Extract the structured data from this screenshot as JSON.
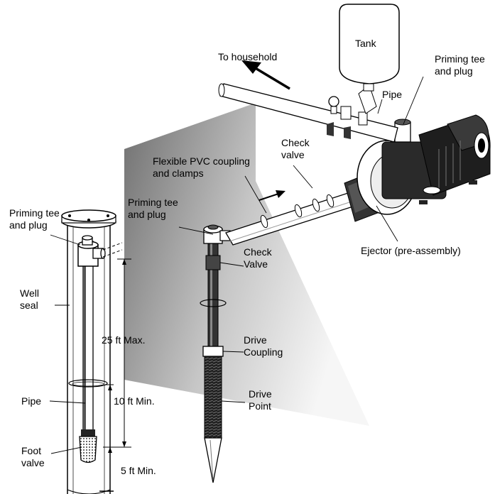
{
  "labels": {
    "tank": "Tank",
    "to_household": "To household",
    "priming_tee_pump_1": "Priming tee",
    "priming_tee_pump_2": "and plug",
    "pipe_top": "Pipe",
    "check_valve_top_1": "Check",
    "check_valve_top_2": "valve",
    "flex_coupling_1": "Flexible PVC coupling",
    "flex_coupling_2": "and clamps",
    "priming_tee_mid_1": "Priming tee",
    "priming_tee_mid_2": "and plug",
    "priming_tee_left_1": "Priming tee",
    "priming_tee_left_2": "and plug",
    "check_valve_mid_1": "Check",
    "check_valve_mid_2": "Valve",
    "ejector": "Ejector (pre-assembly)",
    "well_seal_1": "Well",
    "well_seal_2": "seal",
    "max_25": "25 ft Max.",
    "drive_coupling_1": "Drive",
    "drive_coupling_2": "Coupling",
    "pipe_left": "Pipe",
    "min_10": "10 ft Min.",
    "drive_point_1": "Drive",
    "drive_point_2": "Point",
    "foot_valve_1": "Foot",
    "foot_valve_2": "valve",
    "min_5": "5 ft Min."
  },
  "colors": {
    "line": "#000000",
    "wall_dark": "#7a7a7a",
    "wall_light": "#f4f4f4",
    "fill_white": "#ffffff",
    "pump_dark": "#2a2a2a"
  }
}
